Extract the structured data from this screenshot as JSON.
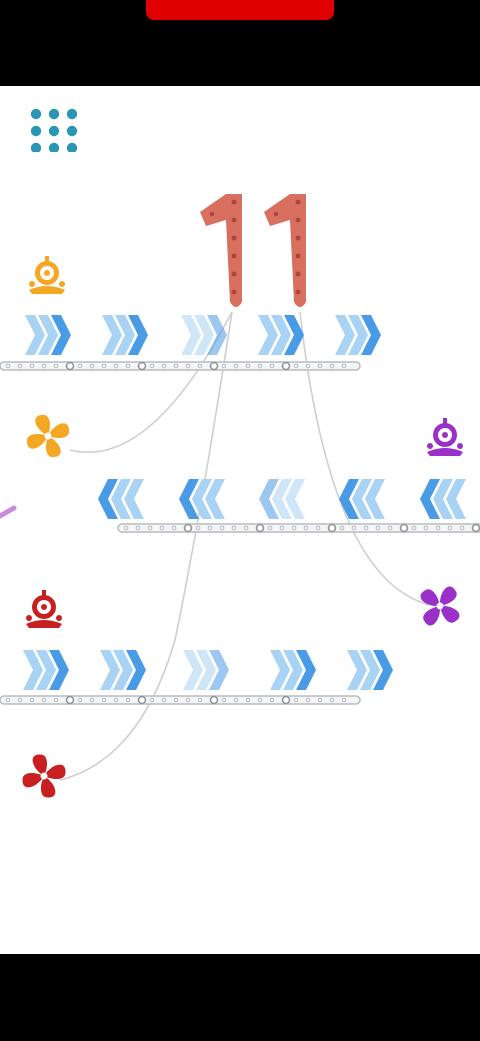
{
  "screen": {
    "background": "#000000",
    "play_area_background": "#ffffff",
    "top_indicator_color": "#e00000"
  },
  "menu_button": {
    "icon": "grid-dots-icon",
    "color": "#2b95b4"
  },
  "level": {
    "number": "11",
    "digit_color": "#d9705f",
    "dot_color": "#a9463a"
  },
  "belts": [
    {
      "direction": "right"
    },
    {
      "direction": "left"
    },
    {
      "direction": "right"
    }
  ],
  "arrow_colors": {
    "light": "#a9d3f5",
    "dark": "#4a9be6"
  },
  "colors": {
    "orange": "#f5a623",
    "purple": "#9b30c8",
    "red": "#c82020",
    "rope": "#cfcfcf",
    "track": "#b8bcc0"
  },
  "robots": [
    {
      "color_name": "orange",
      "icon": "robot-icon"
    },
    {
      "color_name": "purple",
      "icon": "robot-icon"
    },
    {
      "color_name": "red",
      "icon": "robot-icon"
    }
  ],
  "fans": [
    {
      "color_name": "orange",
      "icon": "pinwheel-icon"
    },
    {
      "color_name": "purple",
      "icon": "pinwheel-icon"
    },
    {
      "color_name": "red",
      "icon": "pinwheel-icon"
    }
  ]
}
